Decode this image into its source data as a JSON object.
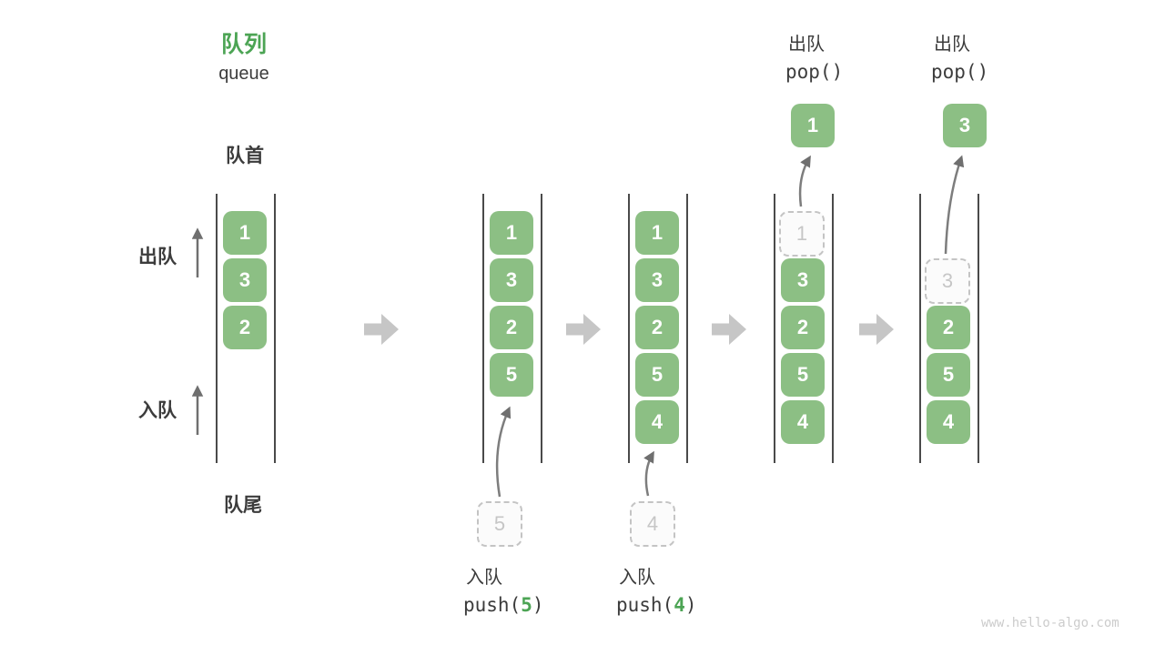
{
  "title": {
    "zh": "队列",
    "en": "queue"
  },
  "labels": {
    "front": "队首",
    "rear": "队尾",
    "dequeue_side": "出队",
    "enqueue_side": "入队"
  },
  "ops": {
    "push5": {
      "label": "入队",
      "call_open": "push(",
      "arg": "5",
      "call_close": ")"
    },
    "push4": {
      "label": "入队",
      "call_open": "push(",
      "arg": "4",
      "call_close": ")"
    },
    "pop_first": {
      "label": "出队",
      "call": "pop()"
    },
    "pop_second": {
      "label": "出队",
      "call": "pop()"
    }
  },
  "popped": {
    "first": "1",
    "second": "3"
  },
  "staged": {
    "push5": "5",
    "push4": "4"
  },
  "columns": [
    {
      "cells": [
        {
          "v": "1",
          "style": "solid"
        },
        {
          "v": "3",
          "style": "solid"
        },
        {
          "v": "2",
          "style": "solid"
        }
      ]
    },
    {
      "cells": [
        {
          "v": "1",
          "style": "solid"
        },
        {
          "v": "3",
          "style": "solid"
        },
        {
          "v": "2",
          "style": "solid"
        },
        {
          "v": "5",
          "style": "solid"
        }
      ]
    },
    {
      "cells": [
        {
          "v": "1",
          "style": "solid"
        },
        {
          "v": "3",
          "style": "solid"
        },
        {
          "v": "2",
          "style": "solid"
        },
        {
          "v": "5",
          "style": "solid"
        },
        {
          "v": "4",
          "style": "solid"
        }
      ]
    },
    {
      "cells": [
        {
          "v": "1",
          "style": "dashed"
        },
        {
          "v": "3",
          "style": "solid"
        },
        {
          "v": "2",
          "style": "solid"
        },
        {
          "v": "5",
          "style": "solid"
        },
        {
          "v": "4",
          "style": "solid"
        }
      ]
    },
    {
      "cells": [
        {
          "v": "3",
          "style": "dashed"
        },
        {
          "v": "2",
          "style": "solid"
        },
        {
          "v": "5",
          "style": "solid"
        },
        {
          "v": "4",
          "style": "solid"
        }
      ]
    }
  ],
  "watermark": "www.hello-algo.com",
  "colors": {
    "accent_green": "#4ca454",
    "cell_green": "#8cbf84",
    "dark_text": "#3c3c3c",
    "column_line": "#4a4a4a",
    "block_arrow": "#c6c6c6",
    "flow_arrow": "#7d7d7d",
    "dashed_border": "#c4c4c4",
    "ghost_text": "#c6c6c6",
    "watermark": "#cccccc"
  }
}
